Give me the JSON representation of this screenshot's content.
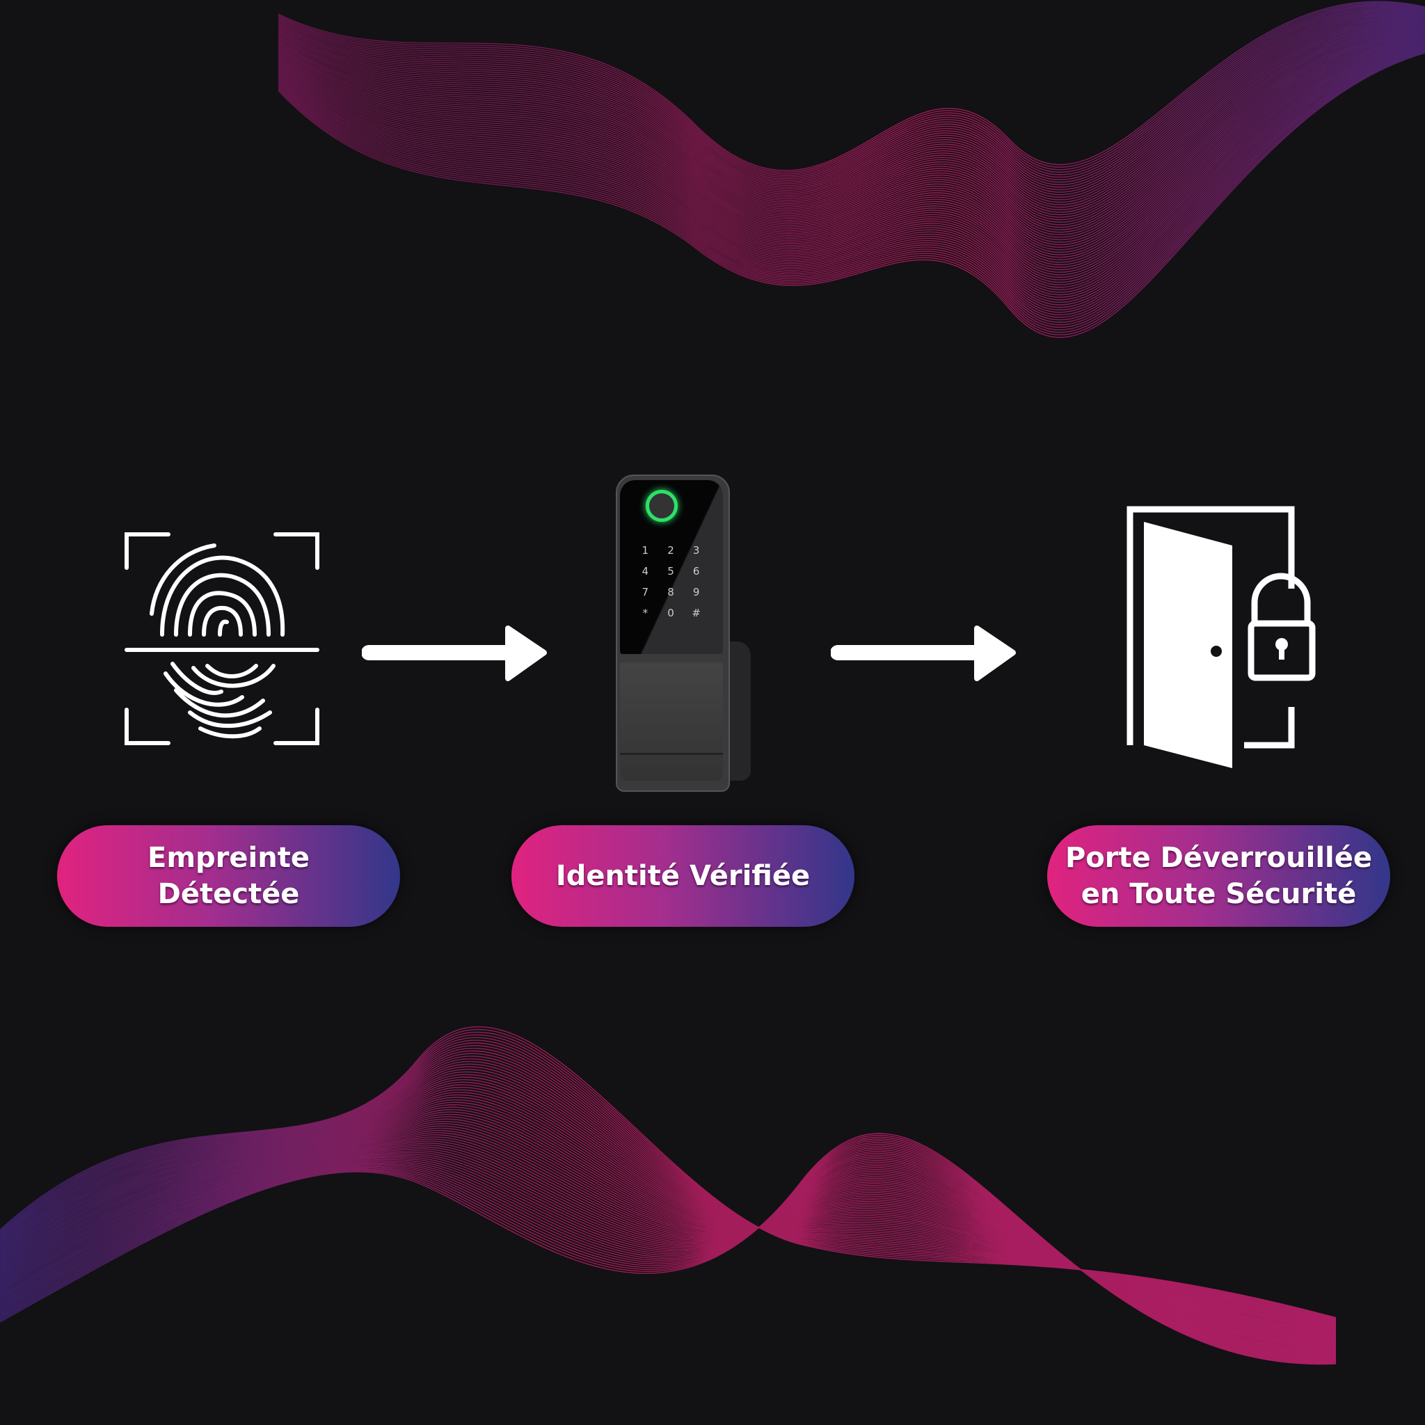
{
  "steps": [
    {
      "icon": "fingerprint-scan-icon",
      "label_lines": [
        "Empreinte",
        "Détectée"
      ]
    },
    {
      "icon": "smart-lock-device",
      "label_lines": [
        "Identité Vérifiée"
      ]
    },
    {
      "icon": "door-unlocked-icon",
      "label_lines": [
        "Porte Déverrouillée",
        "en Toute Sécurité"
      ]
    }
  ],
  "keypad": [
    "1",
    "2",
    "3",
    "4",
    "5",
    "6",
    "7",
    "8",
    "9",
    "*",
    "0",
    "#"
  ],
  "colors": {
    "background": "#121114",
    "pink": "#e0237f",
    "purple": "#a32e8e",
    "blue": "#32378a",
    "fingerprint_ring": "#2ee06a"
  }
}
